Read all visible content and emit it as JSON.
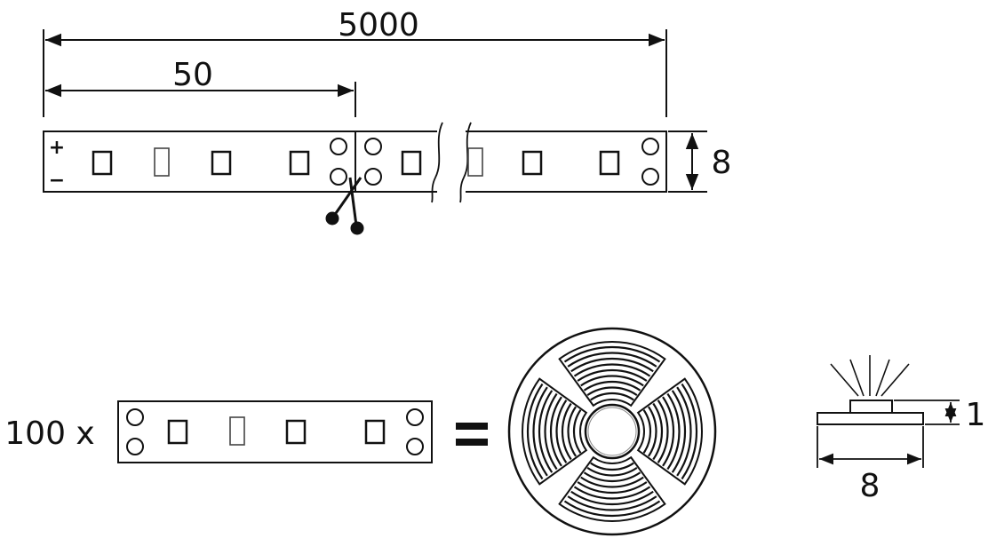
{
  "dimensions": {
    "total_length": "5000",
    "segment_length": "50",
    "strip_width": "8",
    "profile_height": "1",
    "profile_width": "8"
  },
  "strip": {
    "plus_sign": "+",
    "minus_sign": "−"
  },
  "equation": {
    "multiplier": "100 x",
    "equals": "="
  },
  "colors": {
    "line": "#111111",
    "background": "#ffffff"
  },
  "icons": [
    "scissors-icon",
    "reel-icon",
    "led-emission-rays-icon"
  ]
}
